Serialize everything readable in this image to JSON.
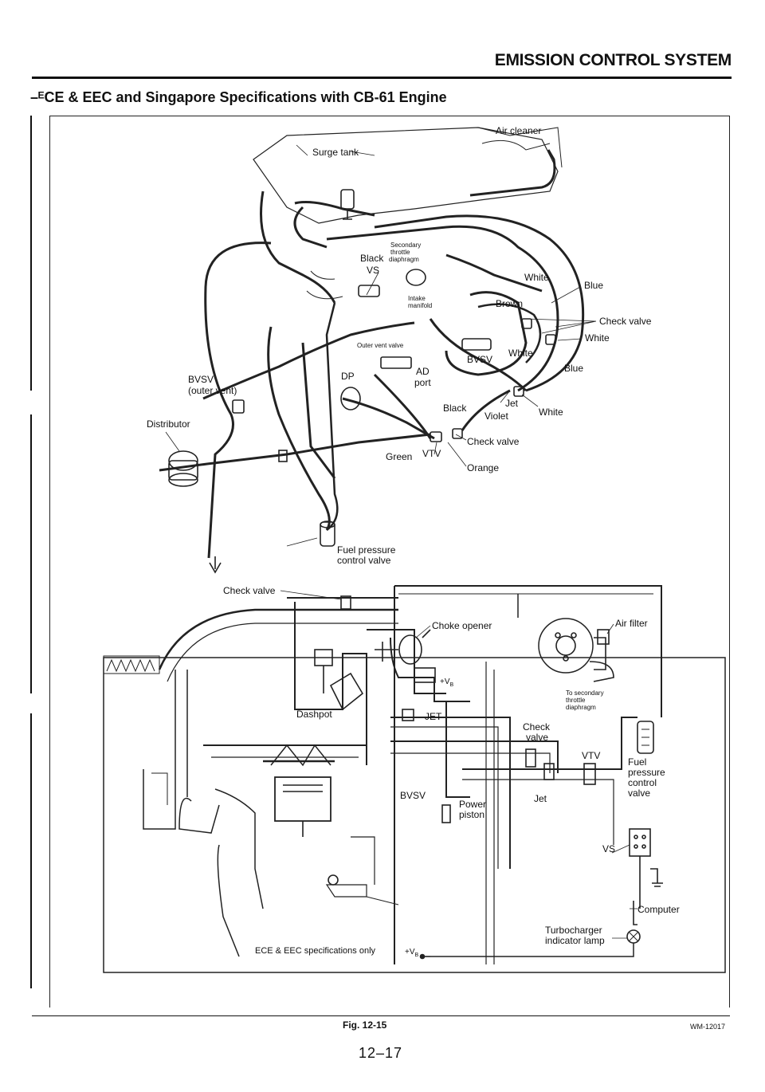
{
  "header": {
    "title": "EMISSION CONTROL SYSTEM",
    "subtitle": "–ᴱCE & EEC and Singapore Specifications with CB-61 Engine"
  },
  "upper_labels": {
    "air_cleaner": "Air cleaner",
    "surge_tank": "Surge tank",
    "secondary_throttle_1": "Secondary",
    "secondary_throttle_2": "throttle",
    "secondary_throttle_3": "diaphragm",
    "black_1": "Black",
    "vs": "VS",
    "intake_1": "Intake",
    "intake_2": "manifold",
    "white_1": "White",
    "blue_1": "Blue",
    "brown": "Brown",
    "check_valve_1": "Check valve",
    "white_2": "White",
    "outer_vent_valve": "Outer vent valve",
    "white_3": "White",
    "bvsv_upper": "BVSV",
    "blue_2": "Blue",
    "bvsv_outer_1": "BVSV",
    "bvsv_outer_2": "(outer vent)",
    "dp": "DP",
    "ad_1": "AD",
    "ad_2": "port",
    "jet_1": "Jet",
    "white_4": "White",
    "black_2": "Black",
    "violet": "Violet",
    "distributor": "Distributor",
    "check_valve_2": "Check valve",
    "green": "Green",
    "vtv_1": "VTV",
    "orange": "Orange",
    "fuel_pressure_1": "Fuel pressure",
    "fuel_pressure_2": "control valve"
  },
  "lower_labels": {
    "check_valve_3": "Check valve",
    "choke_opener": "Choke opener",
    "air_filter": "Air filter",
    "vb": "+V",
    "vb_sub": "B",
    "to_secondary_1": "To secondary",
    "to_secondary_2": "throttle",
    "to_secondary_3": "diaphragm",
    "dashpot": "Dashpot",
    "jet_box": "JET",
    "check_4a": "Check",
    "check_4b": "valve",
    "vtv_2": "VTV",
    "fuel_1": "Fuel",
    "fuel_2": "pressure",
    "fuel_3": "control",
    "fuel_4": "valve",
    "bvsv_lower": "BVSV",
    "power_1": "Power",
    "power_2": "piston",
    "jet_2": "Jet",
    "vs_lower": "VS",
    "computer": "Computer",
    "turbo_1": "Turbocharger",
    "turbo_2": "indicator lamp",
    "ece_note": "ECE & EEC specifications only",
    "vb2": "+V",
    "vb2_sub": "B"
  },
  "footer": {
    "fig": "Fig. 12-15",
    "code": "WM-12017",
    "page": "12–17"
  }
}
